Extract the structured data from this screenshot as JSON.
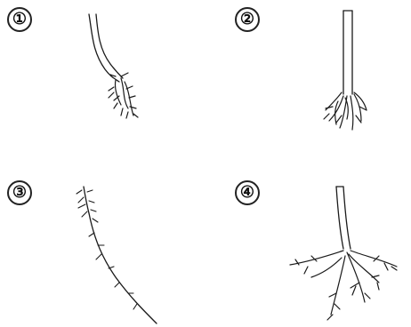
{
  "labels": [
    "①",
    "②",
    "③",
    "④"
  ],
  "colors": {
    "ink": "#1a1a1a",
    "stem_fill": "#f4f4f4"
  }
}
